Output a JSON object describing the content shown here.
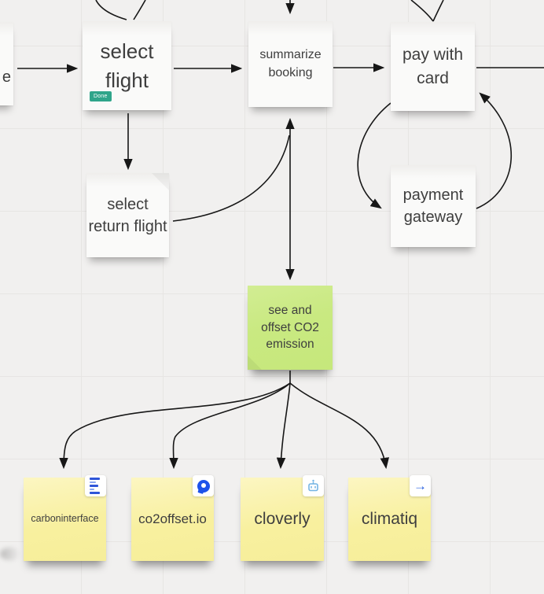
{
  "board": {
    "background_color": "#f1f0ef",
    "grid_color": "#e7e5e3",
    "arrow_color": "#171717"
  },
  "nodes": {
    "partial_left_card": {
      "label": "e"
    },
    "select_flight": {
      "label": "select flight",
      "tag": "Done",
      "tag_color": "#2fa58a"
    },
    "select_return_flight": {
      "label": "select return flight"
    },
    "summarize_booking": {
      "label": "summarize booking"
    },
    "pay_with_card": {
      "label": "pay with card"
    },
    "payment_gateway": {
      "label": "payment gateway"
    },
    "offset_note": {
      "label": "see and offset CO2 emission",
      "color": "#c9e981"
    },
    "providers": [
      {
        "label": "carboninterface",
        "icon": "bar-list-icon",
        "color": "#f8f09f"
      },
      {
        "label": "co2offset.io",
        "icon": "q-logo-icon",
        "color": "#f8f09f"
      },
      {
        "label": "cloverly",
        "icon": "robot-icon",
        "color": "#f8f09f"
      },
      {
        "label": "climatiq",
        "icon": "arrow-right-icon",
        "color": "#f8f09f"
      }
    ]
  },
  "icons": {
    "arrow_right": "→",
    "blue": "#2e55d8",
    "light_blue": "#74b4e4"
  }
}
